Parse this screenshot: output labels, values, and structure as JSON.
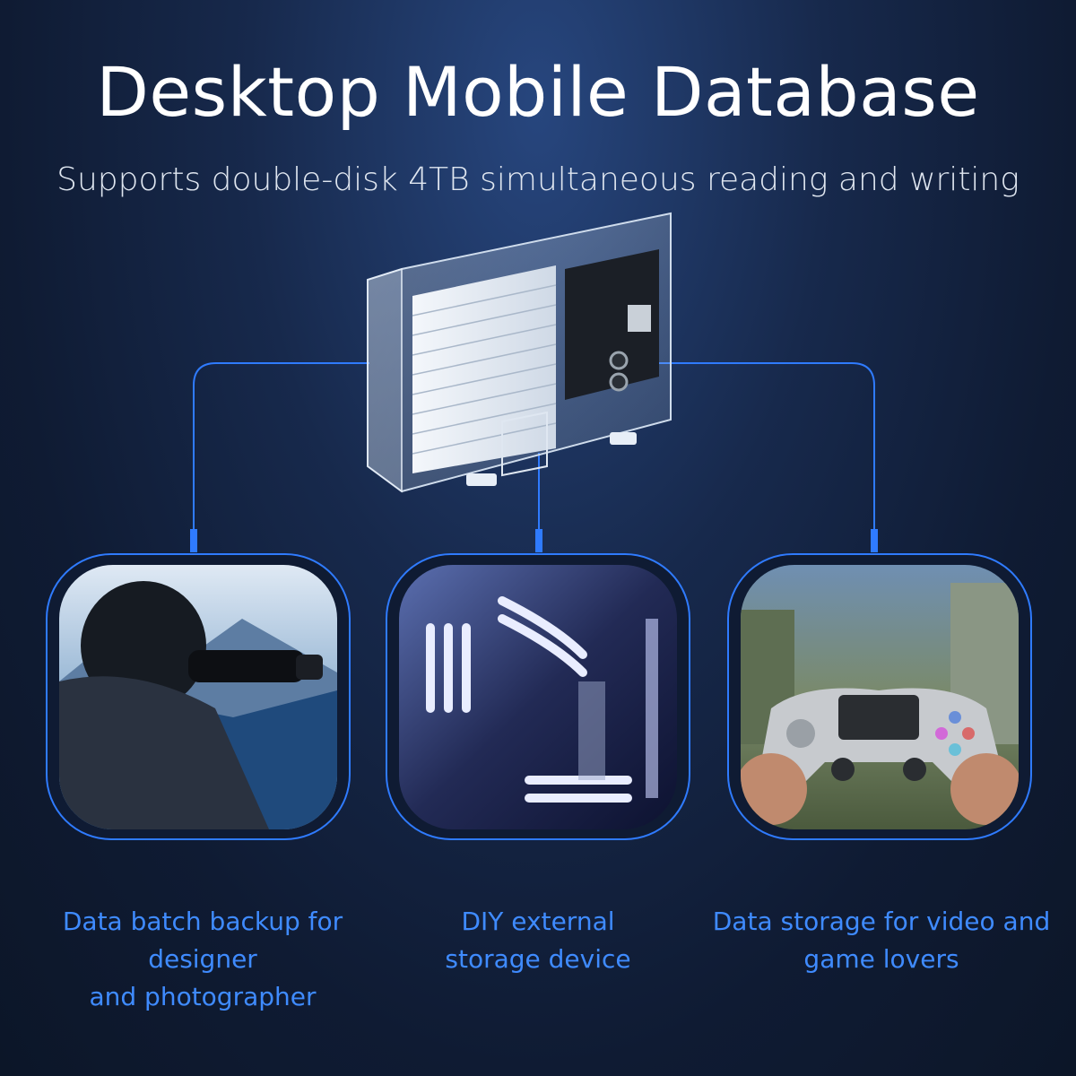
{
  "header": {
    "title": "Desktop Mobile Database",
    "subtitle": "Supports double-disk 4TB simultaneous reading and writing"
  },
  "scenarios": [
    {
      "caption_line1": "Data batch backup for designer",
      "caption_line2": "and photographer"
    },
    {
      "caption_line1": "DIY external",
      "caption_line2": "storage device"
    },
    {
      "caption_line1": "Data storage for video and",
      "caption_line2": "game lovers"
    }
  ],
  "colors": {
    "accent": "#2f7bff",
    "caption": "#3f8bff",
    "background": "#142446"
  }
}
